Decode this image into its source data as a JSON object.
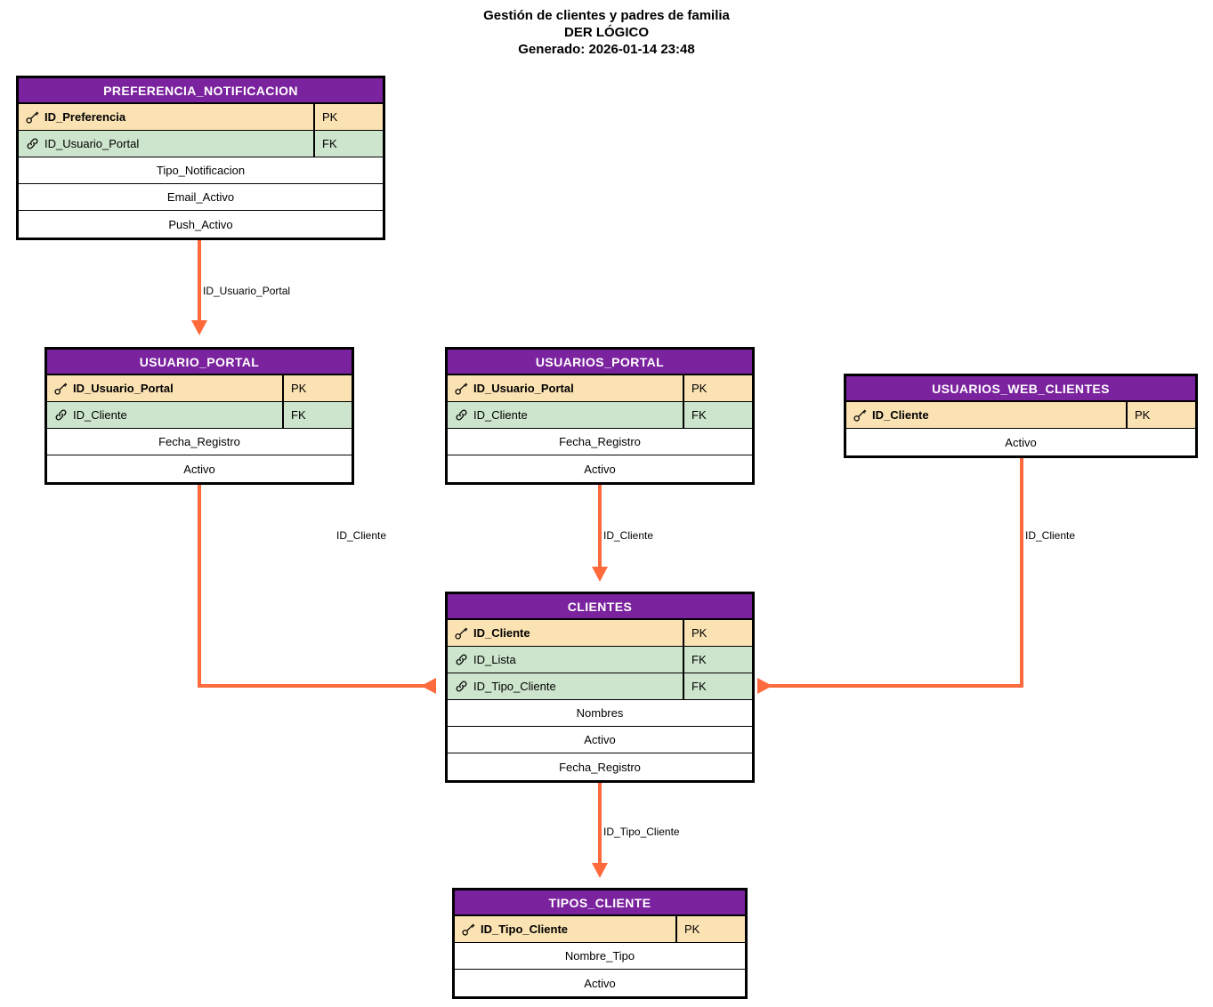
{
  "diagram": {
    "title_line1": "Gestión de clientes y padres de familia",
    "title_line2": "DER LÓGICO",
    "title_line3": "Generado: 2026-01-14 23:48",
    "colors": {
      "header": "#7B229E",
      "pk_row": "#FBE2B3",
      "fk_row": "#CDE5CC",
      "attr_row": "#FFFFFF",
      "connector": "#FF6A3D",
      "border": "#000000",
      "header_text": "#FFFFFF",
      "text": "#000000"
    },
    "key_tag": "PK",
    "fk_tag": "FK",
    "icons": {
      "pk": "key-icon",
      "fk": "link-icon"
    }
  },
  "entities": {
    "preferencia_notificacion": {
      "name": "PREFERENCIA_NOTIFICACION",
      "fields": [
        {
          "name": "ID_Preferencia",
          "tag": "PK"
        },
        {
          "name": "ID_Usuario_Portal",
          "tag": "FK"
        },
        {
          "name": "Tipo_Notificacion",
          "tag": ""
        },
        {
          "name": "Email_Activo",
          "tag": ""
        },
        {
          "name": "Push_Activo",
          "tag": ""
        }
      ]
    },
    "usuario_portal": {
      "name": "USUARIO_PORTAL",
      "fields": [
        {
          "name": "ID_Usuario_Portal",
          "tag": "PK"
        },
        {
          "name": "ID_Cliente",
          "tag": "FK"
        },
        {
          "name": "Fecha_Registro",
          "tag": ""
        },
        {
          "name": "Activo",
          "tag": ""
        }
      ]
    },
    "usuarios_portal": {
      "name": "USUARIOS_PORTAL",
      "fields": [
        {
          "name": "ID_Usuario_Portal",
          "tag": "PK"
        },
        {
          "name": "ID_Cliente",
          "tag": "FK"
        },
        {
          "name": "Fecha_Registro",
          "tag": ""
        },
        {
          "name": "Activo",
          "tag": ""
        }
      ]
    },
    "usuarios_web_clientes": {
      "name": "USUARIOS_WEB_CLIENTES",
      "fields": [
        {
          "name": "ID_Cliente",
          "tag": "PK"
        },
        {
          "name": "Activo",
          "tag": ""
        }
      ]
    },
    "clientes": {
      "name": "CLIENTES",
      "fields": [
        {
          "name": "ID_Cliente",
          "tag": "PK"
        },
        {
          "name": "ID_Lista",
          "tag": "FK"
        },
        {
          "name": "ID_Tipo_Cliente",
          "tag": "FK"
        },
        {
          "name": "Nombres",
          "tag": ""
        },
        {
          "name": "Activo",
          "tag": ""
        },
        {
          "name": "Fecha_Registro",
          "tag": ""
        }
      ]
    },
    "tipos_cliente": {
      "name": "TIPOS_CLIENTE",
      "fields": [
        {
          "name": "ID_Tipo_Cliente",
          "tag": "PK"
        },
        {
          "name": "Nombre_Tipo",
          "tag": ""
        },
        {
          "name": "Activo",
          "tag": ""
        }
      ]
    }
  },
  "relationships": [
    {
      "id": "rel-pref-usuario",
      "from": "PREFERENCIA_NOTIFICACION",
      "to": "USUARIO_PORTAL",
      "label": "ID_Usuario_Portal"
    },
    {
      "id": "rel-usuario-cliente",
      "from": "USUARIO_PORTAL",
      "to": "CLIENTES",
      "label": "ID_Cliente"
    },
    {
      "id": "rel-usuarios-cliente",
      "from": "USUARIOS_PORTAL",
      "to": "CLIENTES",
      "label": "ID_Cliente"
    },
    {
      "id": "rel-web-cliente",
      "from": "USUARIOS_WEB_CLIENTES",
      "to": "CLIENTES",
      "label": "ID_Cliente"
    },
    {
      "id": "rel-cliente-tipo",
      "from": "CLIENTES",
      "to": "TIPOS_CLIENTE",
      "label": "ID_Tipo_Cliente"
    }
  ]
}
